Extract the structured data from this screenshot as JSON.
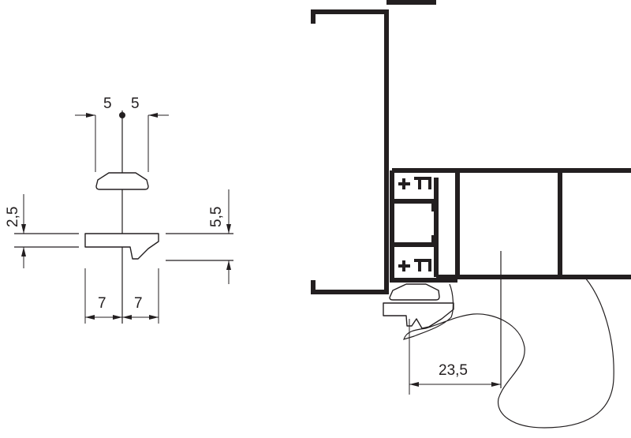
{
  "diagram": {
    "colors": {
      "ink": "#231f20",
      "paper": "#ffffff"
    },
    "dimensions": {
      "half_width_left": "5",
      "half_width_right": "5",
      "groove_depth": "2,5",
      "step_height": "5,5",
      "slot_left": "7",
      "slot_right": "7",
      "seal_offset": "23,5"
    }
  }
}
